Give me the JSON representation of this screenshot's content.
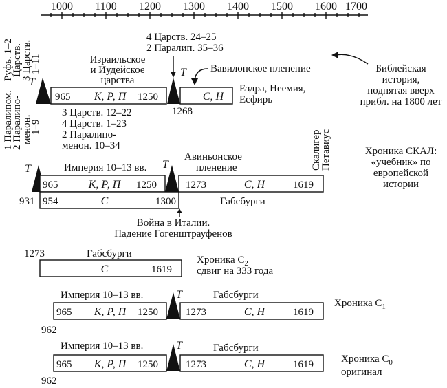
{
  "axis": {
    "years": [
      "1000",
      "1100",
      "1200",
      "1300",
      "1400",
      "1500",
      "1600",
      "1700"
    ]
  },
  "bible": {
    "left_vertical": [
      "Руфь. 1–2",
      "Царств.",
      "3 Царств.",
      "1–11"
    ],
    "left_vertical2": [
      "1 Паралипом.",
      "2 Паралипо-",
      "менон.",
      "1–9"
    ],
    "israel_title": [
      "Израильское",
      "и Иудейское",
      "царства"
    ],
    "kings_top": [
      "4 Царств. 24–25",
      "2 Паралип. 35–36"
    ],
    "babylon": "Вавилонское пленение",
    "ezra": [
      "Ездра, Неемия,",
      "Есфирь"
    ],
    "box1": {
      "start": "965",
      "letters": "К, Р, П",
      "end": "1250"
    },
    "box2": {
      "letters": "С, Н"
    },
    "year_1268": "1268",
    "kings_below": [
      "3 Царств. 12–22",
      "4 Царств. 1–23",
      "2 Паралипо-",
      "менон. 10–34"
    ],
    "note": [
      "Библейская",
      "история,",
      "поднятая вверх",
      "прибл. на 1800 лет"
    ]
  },
  "skal": {
    "scaliger": [
      "Скалигер",
      "Петавиус"
    ],
    "empire": "Империя 10–13 вв.",
    "avignon": [
      "Авиньонское",
      "пленение"
    ],
    "box1": {
      "start": "965",
      "letters": "К, Р, П",
      "end": "1250"
    },
    "box2": {
      "start": "1273",
      "letters": "С, Н",
      "end": "1619"
    },
    "box3": {
      "start": "954",
      "letters": "С",
      "end": "1300"
    },
    "year_931": "931",
    "habsburgs": "Габсбурги",
    "war": [
      "Война в Италии.",
      "Падение Гогенштрауфенов"
    ],
    "note": [
      "Хроника СКАЛ:",
      "«учебник» по",
      "европейской",
      "истории"
    ]
  },
  "c2": {
    "start": "1273",
    "habsburgs": "Габсбурги",
    "letters": "С",
    "end": "1619",
    "label_main": "Хроника С",
    "label_sub": "2",
    "shift": "сдвиг на 333 года"
  },
  "c1": {
    "empire": "Империя 10–13 вв.",
    "habsburgs": "Габсбурги",
    "box1": {
      "start": "965",
      "letters": "К, Р, П",
      "end": "1250"
    },
    "box2": {
      "start": "1273",
      "letters": "С, Н",
      "end": "1619"
    },
    "year_962": "962",
    "label_main": "Хроника С",
    "label_sub": "1"
  },
  "c0": {
    "empire": "Империя 10–13 вв.",
    "habsburgs": "Габсбурги",
    "box1": {
      "start": "965",
      "letters": "К, Р, П",
      "end": "1250"
    },
    "box2": {
      "start": "1273",
      "letters": "С, Н",
      "end": "1619"
    },
    "year_962": "962",
    "label_main": "Хроника С",
    "label_sub": "0",
    "original": "оригинал"
  },
  "t_marker": "T"
}
